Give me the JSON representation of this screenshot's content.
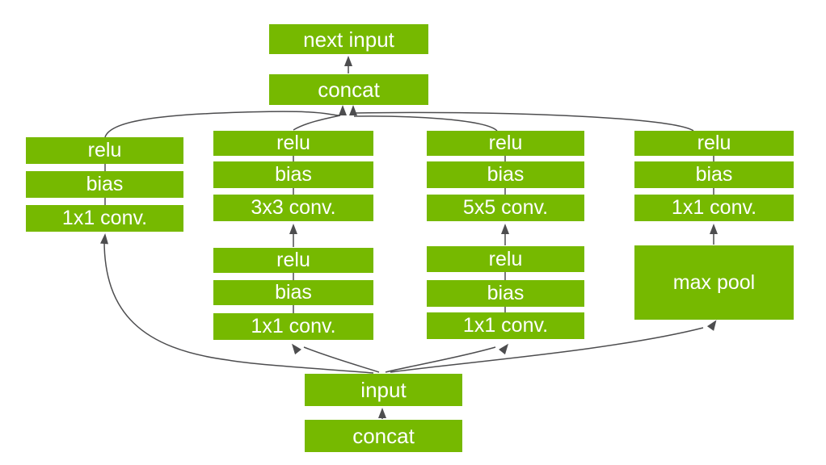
{
  "diagram": {
    "description": "Inception module diagram",
    "nodes": {
      "next_input": "next input",
      "concat_top": "concat",
      "b1": {
        "relu": "relu",
        "bias": "bias",
        "conv": "1x1 conv."
      },
      "b2_top": {
        "relu": "relu",
        "bias": "bias",
        "conv": "3x3 conv."
      },
      "b2_bottom": {
        "relu": "relu",
        "bias": "bias",
        "conv": "1x1 conv."
      },
      "b3_top": {
        "relu": "relu",
        "bias": "bias",
        "conv": "5x5 conv."
      },
      "b3_bottom": {
        "relu": "relu",
        "bias": "bias",
        "conv": "1x1 conv."
      },
      "b4": {
        "relu": "relu",
        "bias": "bias",
        "conv": "1x1 conv.",
        "maxpool": "max pool"
      },
      "input": "input",
      "concat_bottom": "concat"
    },
    "colors": {
      "box": "#76B900",
      "text": "#ffffff",
      "line": "#4d4d4f",
      "background": "#ffffff"
    }
  }
}
